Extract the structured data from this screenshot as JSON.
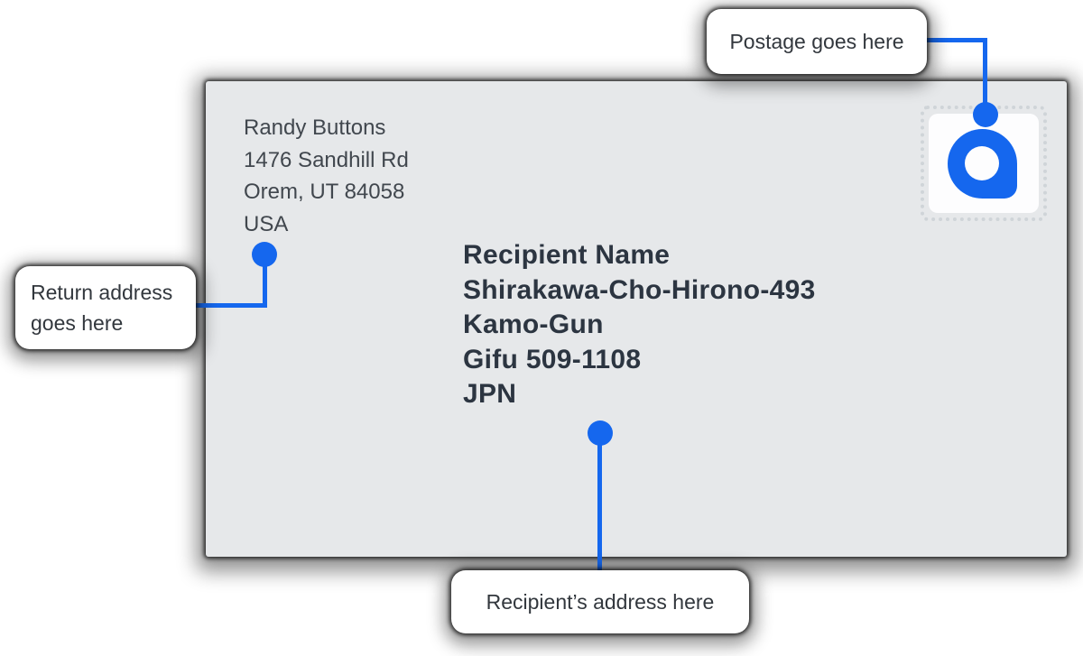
{
  "colors": {
    "accent_blue": "#1567ee",
    "envelope_bg": "#e6e8ea",
    "stamp_bg": "#fdfdfe",
    "recipient_text": "#2c3541",
    "return_text": "#41474e",
    "callout_text": "#32373d"
  },
  "envelope": {
    "return_address": {
      "lines": [
        "Randy Buttons",
        "1476 Sandhill Rd",
        "Orem, UT 84058",
        "USA"
      ]
    },
    "recipient_address": {
      "lines": [
        "Recipient Name",
        "Shirakawa-Cho-Hirono-493",
        "Kamo-Gun",
        "Gifu 509-1108",
        "JPN"
      ]
    },
    "stamp": {
      "icon": "location-pin-logo"
    }
  },
  "callouts": {
    "postage": "Postage goes here",
    "return_address": "Return address goes here",
    "recipient_address": "Recipient’s address here"
  }
}
